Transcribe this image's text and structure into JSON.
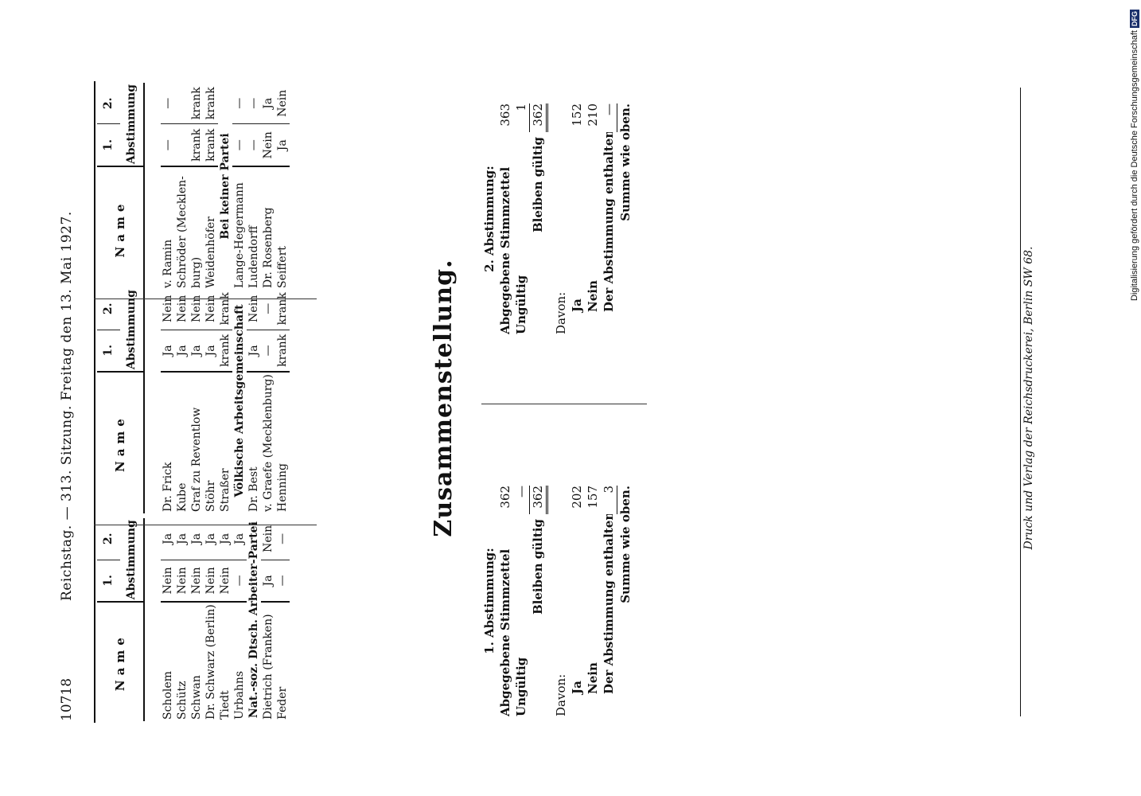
{
  "header": {
    "page_number": "10718",
    "title": "Reichstag. — 313. Sitzung. Freitag den 13. Mai 1927."
  },
  "column_headers": {
    "name": "Name",
    "vote1": "1.",
    "vote2": "2.",
    "vote_caption": "Abstimmung"
  },
  "table1": {
    "rows": [
      {
        "name": "Scholem",
        "v1": "Nein",
        "v2": "Ja"
      },
      {
        "name": "Schütz",
        "v1": "Nein",
        "v2": "Ja"
      },
      {
        "name": "Schwan",
        "v1": "Nein",
        "v2": "Ja"
      },
      {
        "name": "Dr. Schwarz (Berlin)",
        "v1": "Nein",
        "v2": "Ja"
      },
      {
        "name": "Tiedt",
        "v1": "Nein",
        "v2": "Ja"
      },
      {
        "name": "Urbahns",
        "v1": "—",
        "v2": "Ja"
      }
    ],
    "group_title": "Nat.-soz. Dtsch. Arbeiter-Partei",
    "group_rows": [
      {
        "name": "Dietrich (Franken)",
        "v1": "Ja",
        "v2": "Nein"
      },
      {
        "name": "Feder",
        "v1": "—",
        "v2": "—"
      }
    ]
  },
  "table2": {
    "rows": [
      {
        "name": "Dr. Frick",
        "v1": "Ja",
        "v2": "Nein"
      },
      {
        "name": "Kube",
        "v1": "Ja",
        "v2": "Nein"
      },
      {
        "name": "Graf zu Reventlow",
        "v1": "Ja",
        "v2": "Nein"
      },
      {
        "name": "Stöhr",
        "v1": "Ja",
        "v2": "Nein"
      },
      {
        "name": "Straßer",
        "v1": "krank",
        "v2": "krank"
      }
    ],
    "group_title": "Völkische Arbeitsgemeinschaft",
    "group_rows": [
      {
        "name": "Dr. Best",
        "v1": "Ja",
        "v2": "Nein"
      },
      {
        "name": "v. Graefe (Mecklenburg)",
        "v1": "—",
        "v2": "—"
      },
      {
        "name": "Henning",
        "v1": "krank",
        "v2": "krank"
      }
    ]
  },
  "table3": {
    "rows": [
      {
        "name": "v. Ramin",
        "v1": "—",
        "v2": "—"
      },
      {
        "name": "Schröder (Mecklen-",
        "v1": "",
        "v2": ""
      },
      {
        "name": "burg)",
        "v1": "krank",
        "v2": "krank"
      },
      {
        "name": "Weidenhöfer",
        "v1": "krank",
        "v2": "krank"
      }
    ],
    "group_title": "Bei keiner Partei",
    "group_rows": [
      {
        "name": "Lange-Hegermann",
        "v1": "—",
        "v2": "—"
      },
      {
        "name": "Ludendorff",
        "v1": "—",
        "v2": "—"
      },
      {
        "name": "Dr. Rosenberg",
        "v1": "Nein",
        "v2": "Ja"
      },
      {
        "name": "Seiffert",
        "v1": "Ja",
        "v2": "Nein"
      }
    ]
  },
  "summary": {
    "title": "Zusammenstellung.",
    "first": {
      "heading": "1. Abstimmung:",
      "abgegebene_label": "Abgegebene Stimmzettel",
      "abgegebene": "362",
      "ungueltig_label": "Ungültig",
      "ungueltig": "—",
      "bleiben_label": "Bleiben gültig",
      "bleiben": "362",
      "davon_label": "Davon:",
      "ja_label": "Ja",
      "ja": "202",
      "nein_label": "Nein",
      "nein": "157",
      "enthalten_label": "Der Abstimmung enthalten",
      "enthalten": "3",
      "summe_label": "Summe wie oben."
    },
    "second": {
      "heading": "2. Abstimmung:",
      "abgegebene_label": "Abgegebene Stimmzettel",
      "abgegebene": "363",
      "ungueltig_label": "Ungültig",
      "ungueltig": "1",
      "bleiben_label": "Bleiben gültig",
      "bleiben": "362",
      "davon_label": "Davon:",
      "ja_label": "Ja",
      "ja": "152",
      "nein_label": "Nein",
      "nein": "210",
      "enthalten_label": "Der Abstimmung enthalten",
      "enthalten": "—",
      "summe_label": "Summe wie oben."
    }
  },
  "footer": "Druck und Verlag der Reichsdruckerei, Berlin SW 68.",
  "side_note": "Digitalisierung gefördert durch die Deutsche Forschungsgemeinschaft",
  "side_badge": "DFG"
}
